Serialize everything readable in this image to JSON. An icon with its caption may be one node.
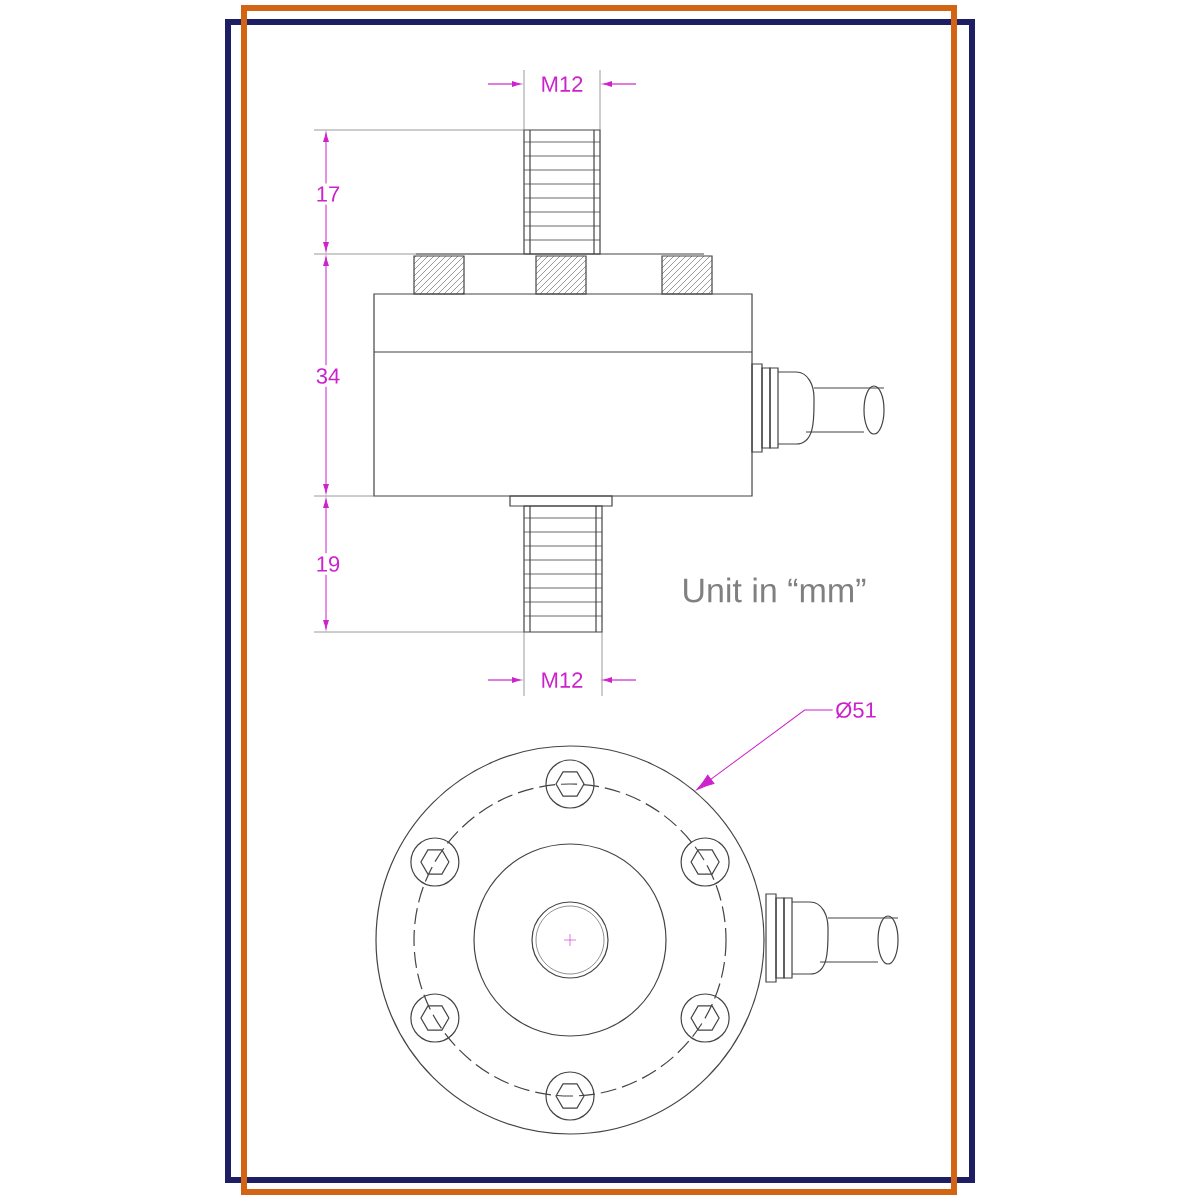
{
  "diagram": {
    "nodes": [
      {
        "text": [
          "Ø51"
        ]
      },
      {
        "text": [],
        "shape": "circle"
      }
    ],
    "edges": [
      {
        "from": 0,
        "to": 1,
        "arrow": "to"
      }
    ],
    "labels": [
      "M12",
      "17",
      "34",
      "19",
      "Unit in “mm”",
      "M12"
    ]
  }
}
